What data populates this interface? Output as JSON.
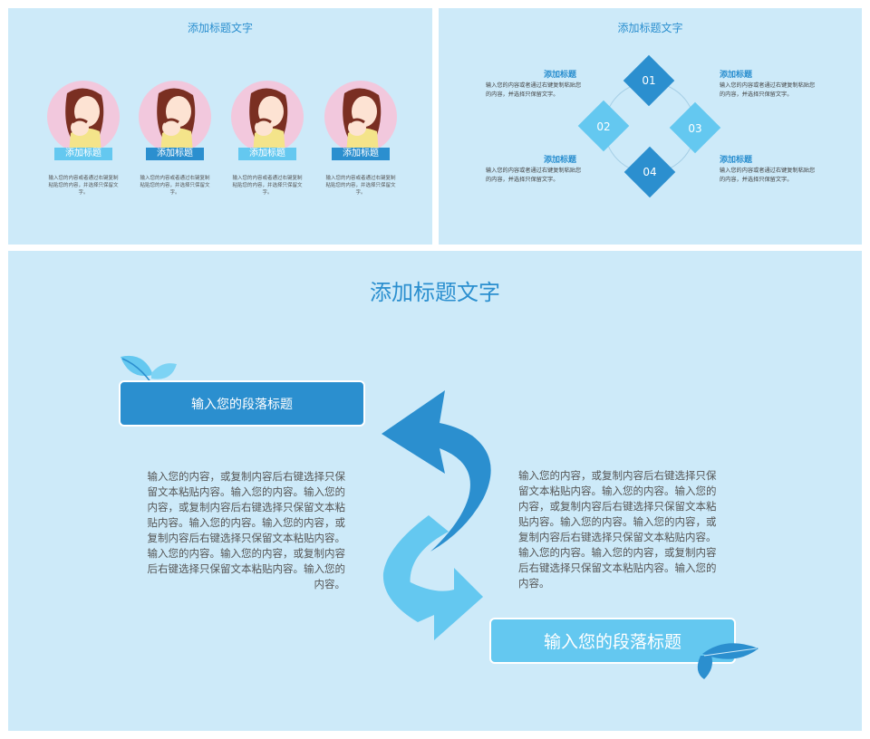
{
  "panel1": {
    "title": "添加标题文字",
    "cards": [
      {
        "label": "添加标题",
        "desc": "输入您的内容或者通过右键复制粘贴您的内容，并选择只保留文字。",
        "label_color": "#64c8f0"
      },
      {
        "label": "添加标题",
        "desc": "输入您的内容或者通过右键复制粘贴您的内容，并选择只保留文字。",
        "label_color": "#2b8fcf"
      },
      {
        "label": "添加标题",
        "desc": "输入您的内容或者通过右键复制粘贴您的内容，并选择只保留文字。",
        "label_color": "#64c8f0"
      },
      {
        "label": "添加标题",
        "desc": "输入您的内容或者通过右键复制粘贴您的内容，并选择只保留文字。",
        "label_color": "#2b8fcf"
      }
    ]
  },
  "panel2": {
    "title": "添加标题文字",
    "items": [
      {
        "heading": "添加标题",
        "desc": "输入您的内容或者通过右键复制粘贴您的内容，并选择只保留文字。"
      },
      {
        "heading": "添加标题",
        "desc": "输入您的内容或者通过右键复制粘贴您的内容，并选择只保留文字。"
      },
      {
        "heading": "添加标题",
        "desc": "输入您的内容或者通过右键复制粘贴您的内容，并选择只保留文字。"
      },
      {
        "heading": "添加标题",
        "desc": "输入您的内容或者通过右键复制粘贴您的内容，并选择只保留文字。"
      }
    ],
    "numbers": [
      "01",
      "02",
      "03",
      "04"
    ]
  },
  "panel3": {
    "title": "添加标题文字",
    "left_heading": "输入您的段落标题",
    "right_heading": "输入您的段落标题",
    "left_text": "输入您的内容，或复制内容后右键选择只保留文本粘贴内容。输入您的内容。输入您的内容，或复制内容后右键选择只保留文本粘贴内容。输入您的内容。输入您的内容，或复制内容后右键选择只保留文本粘贴内容。输入您的内容。输入您的内容，或复制内容后右键选择只保留文本粘贴内容。输入您的内容。",
    "right_text": "输入您的内容，或复制内容后右键选择只保留文本粘贴内容。输入您的内容。输入您的内容，或复制内容后右键选择只保留文本粘贴内容。输入您的内容。输入您的内容，或复制内容后右键选择只保留文本粘贴内容。输入您的内容。输入您的内容，或复制内容后右键选择只保留文本粘贴内容。输入您的内容。"
  },
  "colors": {
    "background": "#cdeaf9",
    "primary": "#2b8fcf",
    "light": "#64c8f0",
    "circle": "#f2c8dd"
  },
  "icons": [
    "mother-baby-illustration-icon",
    "leaf-icon",
    "curved-arrow-icon"
  ]
}
